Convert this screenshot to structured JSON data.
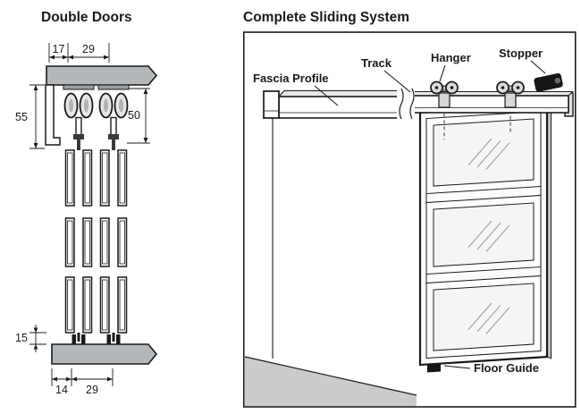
{
  "left_panel": {
    "title": "Double Doors",
    "dimensions": {
      "top_first": "17",
      "top_second": "29",
      "height_left": "55",
      "height_right": "50",
      "floor_clearance": "15",
      "bottom_first": "14",
      "bottom_second": "29"
    }
  },
  "right_panel": {
    "title": "Complete Sliding System",
    "labels": {
      "fascia_profile": "Fascia Profile",
      "track": "Track",
      "hanger": "Hanger",
      "stopper": "Stopper",
      "floor_guide": "Floor Guide"
    }
  },
  "colors": {
    "line": "#1a1a1a",
    "metal_gray": "#b4b8ba",
    "floor_gray": "#cacccc"
  }
}
